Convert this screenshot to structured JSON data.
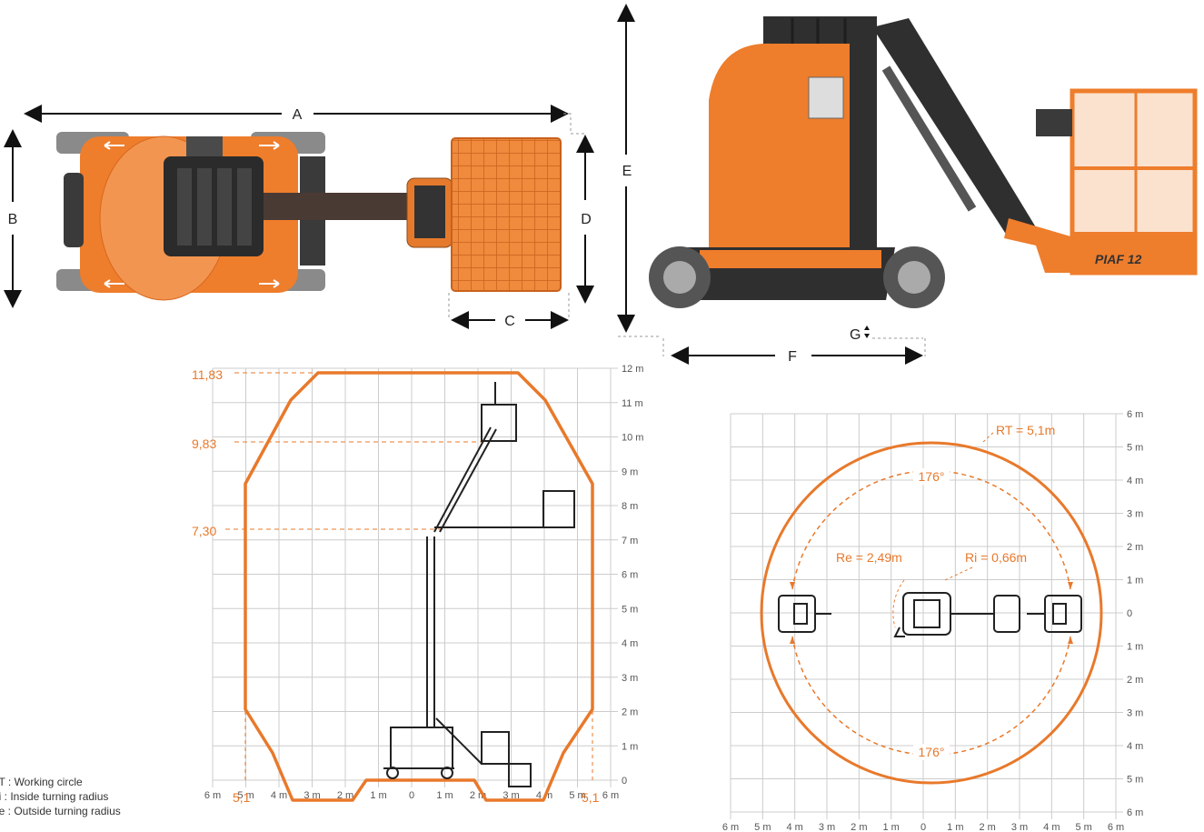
{
  "dimensions": {
    "A": "A",
    "B": "B",
    "C": "C",
    "D": "D",
    "E": "E",
    "F": "F",
    "G": "G"
  },
  "brand": "PIAF 12",
  "reach_diagram": {
    "y_ticks": [
      "12 m",
      "11 m",
      "10 m",
      "9 m",
      "8 m",
      "7 m",
      "6 m",
      "5 m",
      "4 m",
      "3 m",
      "2 m",
      "1 m",
      "0"
    ],
    "x_ticks": [
      "6 m",
      "5 m",
      "4 m",
      "3 m",
      "2 m",
      "1 m",
      "0",
      "1 m",
      "2 m",
      "3 m",
      "4 m",
      "5 m",
      "6 m"
    ],
    "height_labels": [
      "11,83",
      "9,83",
      "7,30"
    ],
    "left_reach": "5,1",
    "right_reach": "5,1"
  },
  "turning_diagram": {
    "y_ticks": [
      "6 m",
      "5 m",
      "4 m",
      "3 m",
      "2 m",
      "1 m",
      "0",
      "1 m",
      "2 m",
      "3 m",
      "4 m",
      "5 m",
      "6 m"
    ],
    "x_ticks": [
      "6 m",
      "5 m",
      "4 m",
      "3 m",
      "2 m",
      "1 m",
      "0",
      "1 m",
      "2 m",
      "3 m",
      "4 m",
      "5 m",
      "6 m"
    ],
    "rt_label": "RT = 5,1m",
    "re_label": "Re = 2,49m",
    "ri_label": "Ri = 0,66m",
    "top_angle": "176°",
    "bottom_angle": "176°"
  },
  "legend": {
    "rt": "RT : Working circle",
    "ri": "Ri : Inside turning radius",
    "re": "Re : Outside turning radius"
  },
  "colors": {
    "accent": "#e8792b",
    "machine": "#ee7d2c",
    "dark": "#2f2f2f"
  }
}
